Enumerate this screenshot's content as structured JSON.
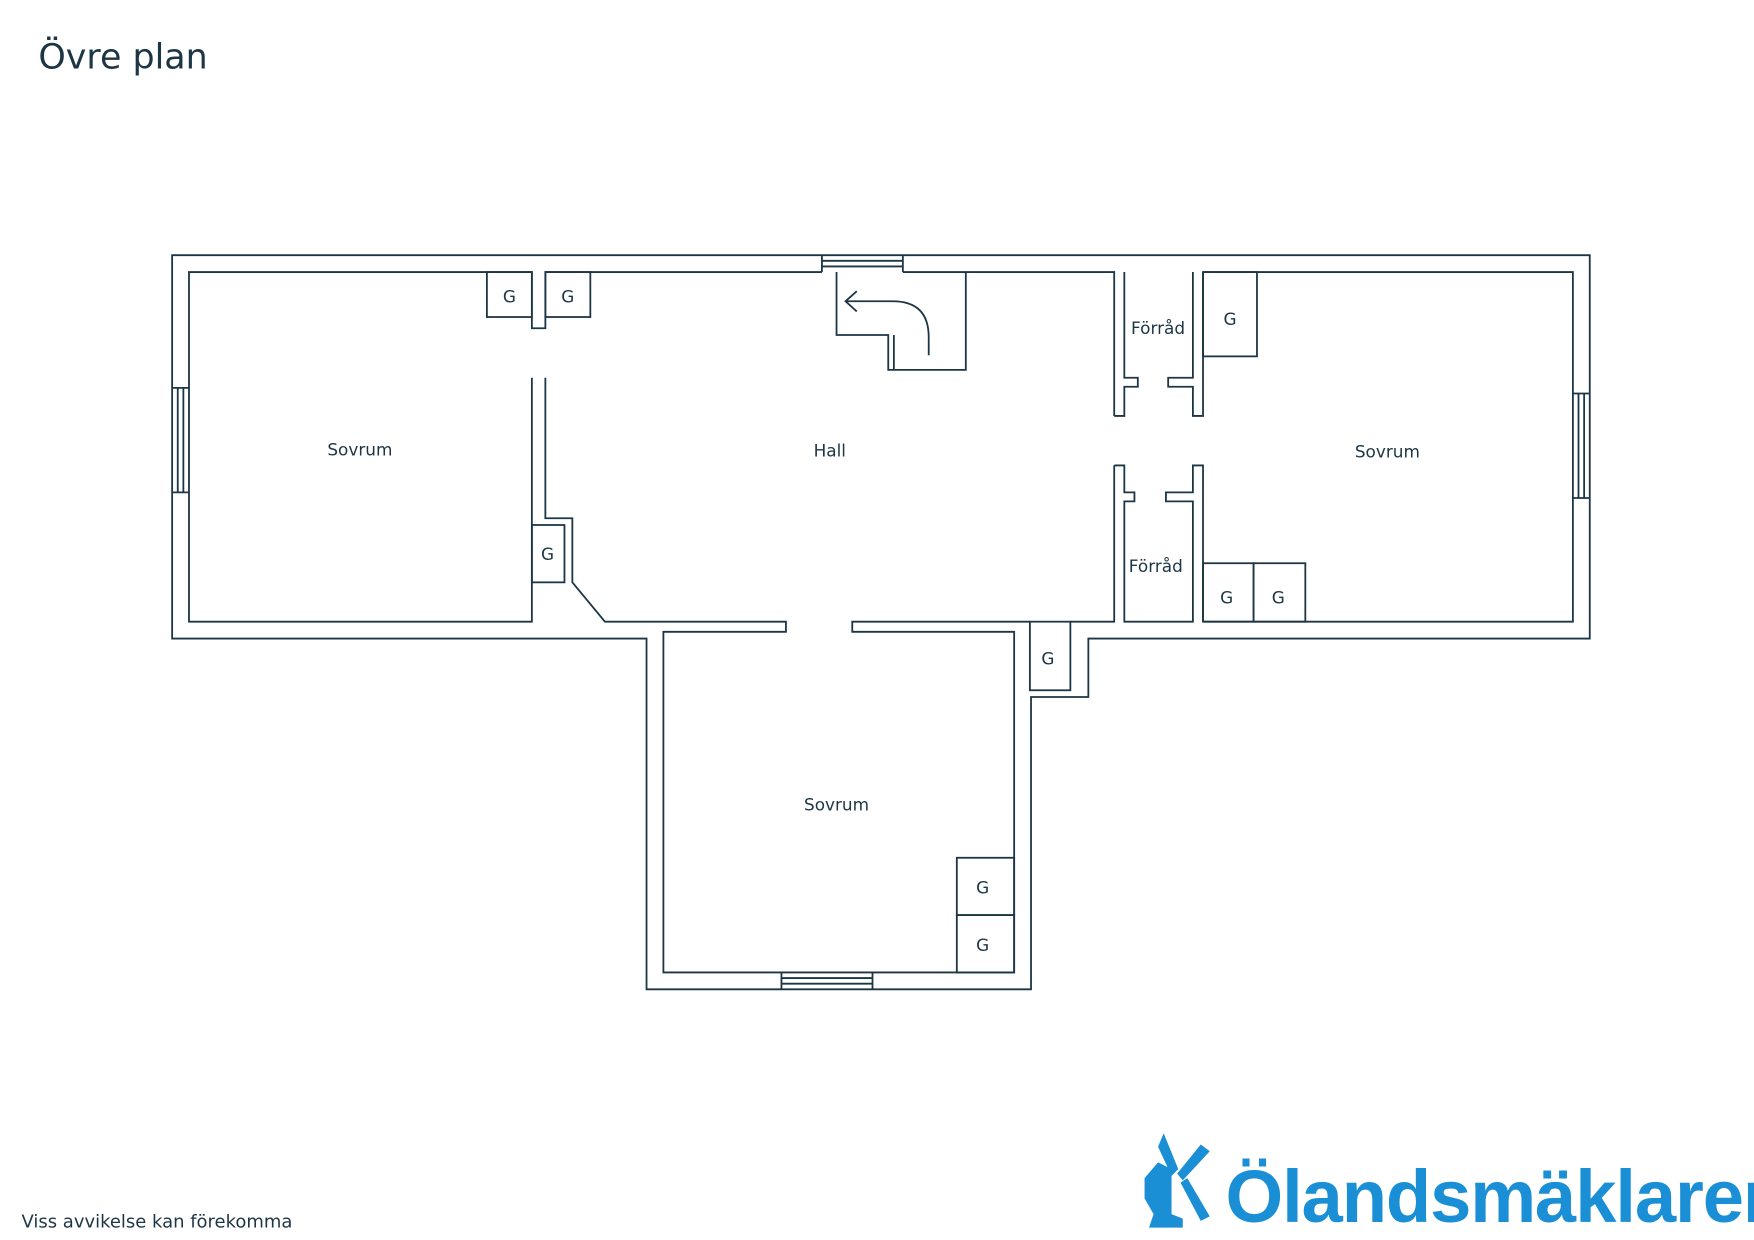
{
  "title": "Övre plan",
  "rooms": {
    "sovrum_left": "Sovrum",
    "hall": "Hall",
    "forrad_top": "Förråd",
    "forrad_bottom": "Förråd",
    "sovrum_right": "Sovrum",
    "sovrum_bottom": "Sovrum"
  },
  "closet_label": "G",
  "disclaimer": "Viss avvikelse kan förekomma",
  "brand": {
    "name": "Ölandsmäklaren",
    "color": "#1a8fd6"
  },
  "line_color": "#1d3646"
}
